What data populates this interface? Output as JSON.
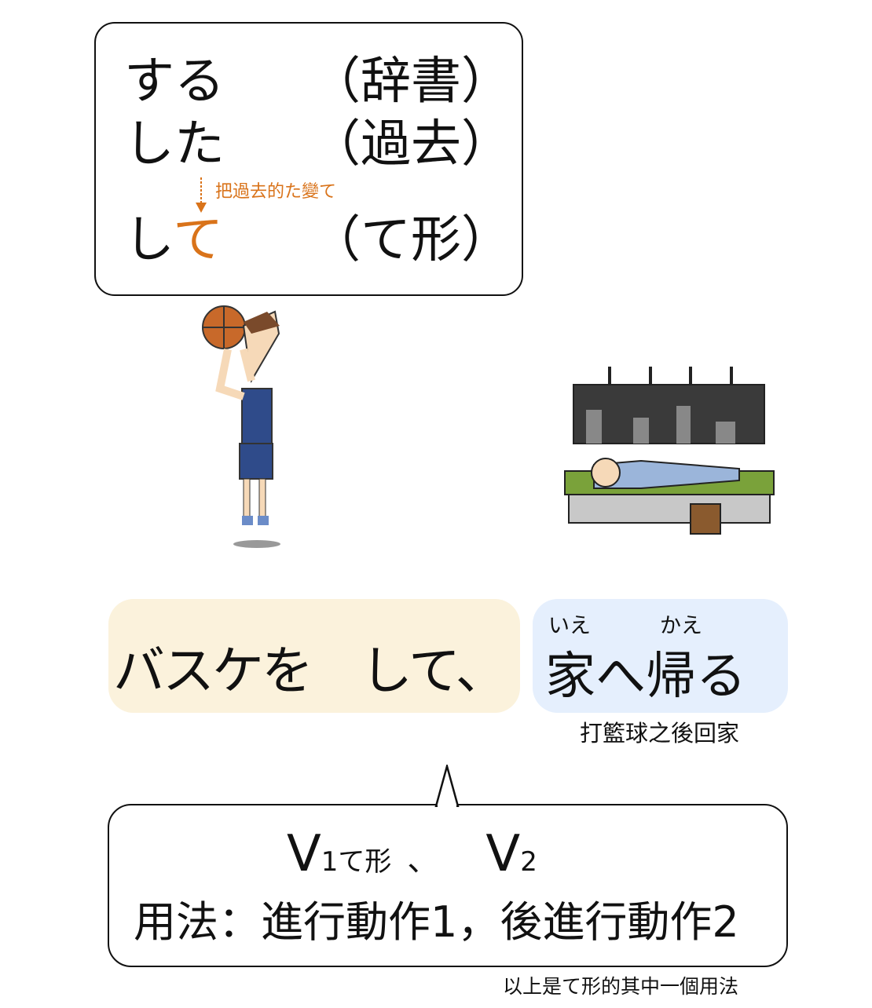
{
  "top_box": {
    "rows": [
      {
        "verb": "する",
        "label": "（辞書）"
      },
      {
        "verb": "した",
        "label": "（過去）"
      },
      {
        "verb_stem": "し",
        "verb_ending": "て",
        "label": "（て形）"
      }
    ],
    "annotation": "把過去的た變て"
  },
  "sentence": {
    "part1": "バスケを　して、",
    "part2_kanji1": "家",
    "part2_kana1": "へ",
    "part2_kanji2": "帰",
    "part2_kana2": "る",
    "ruby1": "いえ",
    "ruby2": "かえ",
    "translation": "打籃球之後回家"
  },
  "bubble": {
    "v1": "V",
    "v1_sub": "1て形",
    "comma": "、",
    "v2": "V",
    "v2_sub": "2",
    "usage": "用法：進行動作1，後進行動作2"
  },
  "caption": "以上是て形的其中一個用法",
  "colors": {
    "accent": "#d9731a",
    "yellow_bg": "#fbf2dc",
    "blue_bg": "#e5effd"
  }
}
